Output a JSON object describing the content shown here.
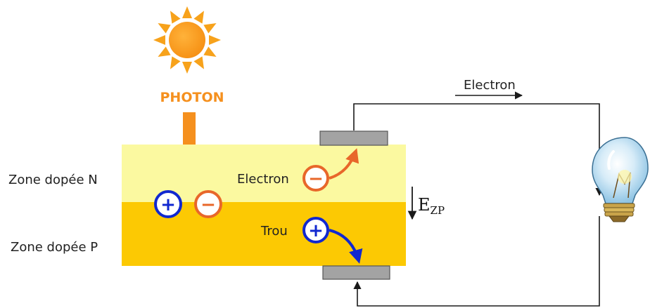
{
  "labels": {
    "photon": "PHOTON",
    "zone_n": "Zone dopée N",
    "zone_p": "Zone dopée P",
    "electron_in_cell": "Electron",
    "hole": "Trou",
    "electron_circuit": "Electron",
    "field_main": "E",
    "field_sub": "ZP"
  },
  "symbols": {
    "plus": "+",
    "minus": "−"
  },
  "icons": {
    "sun": "sun-icon",
    "bulb": "light-bulb-icon"
  },
  "colors": {
    "zone_n": "#fbf9a0",
    "zone_p": "#fcc903",
    "photon": "#f5901e",
    "electron": "#e8672a",
    "hole": "#1128d0",
    "electrode": "#a3a3a3",
    "wire": "#1a1a1a"
  }
}
